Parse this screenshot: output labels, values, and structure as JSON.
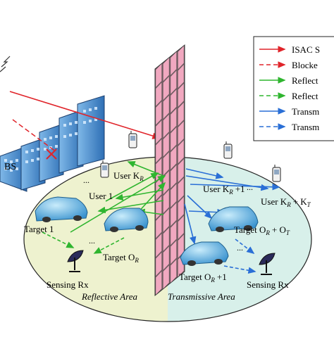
{
  "legend": {
    "items": [
      {
        "label": "ISAC S",
        "color": "#e0242a",
        "dashed": false
      },
      {
        "label": "Blocke",
        "color": "#e0242a",
        "dashed": true
      },
      {
        "label": "Reflect",
        "color": "#2fb52f",
        "dashed": false
      },
      {
        "label": "Reflect",
        "color": "#2fb52f",
        "dashed": true
      },
      {
        "label": "Transm",
        "color": "#2a6fd6",
        "dashed": false
      },
      {
        "label": "Transm",
        "color": "#2a6fd6",
        "dashed": true
      }
    ]
  },
  "labels": {
    "bs": "BS",
    "user_kr": "User K",
    "user_kr_sub": "R",
    "user_1": "User 1",
    "user_kr1": "User K",
    "user_kr1_sub": "R",
    "user_kr1_suffix": "+1",
    "user_krkt": "User K",
    "user_krkt_sub1": "R",
    "user_krkt_plus": "+ K",
    "user_krkt_sub2": "T",
    "target_1": "Target 1",
    "target_or": "Target O",
    "target_or_sub": "R",
    "target_orot": "Target O",
    "target_orot_sub1": "R",
    "target_orot_plus": "+ O",
    "target_orot_sub2": "T",
    "target_or1": "Target O",
    "target_or1_sub": "R",
    "target_or1_suffix": "+1",
    "sensing_rx_left": "Sensing Rx",
    "sensing_rx_right": "Sensing Rx",
    "reflective_area": "Reflective Area",
    "transmissive_area": "Transmissive Area",
    "dots": "..."
  },
  "colors": {
    "red": "#e0242a",
    "green": "#2fb52f",
    "blue": "#2a6fd6",
    "reflective_fill": "#eef2cf",
    "transmissive_fill": "#d8f0ea",
    "car": "#5ab4e6",
    "building": "#4f8fd0",
    "ris_cell": "#f1a8c0"
  }
}
